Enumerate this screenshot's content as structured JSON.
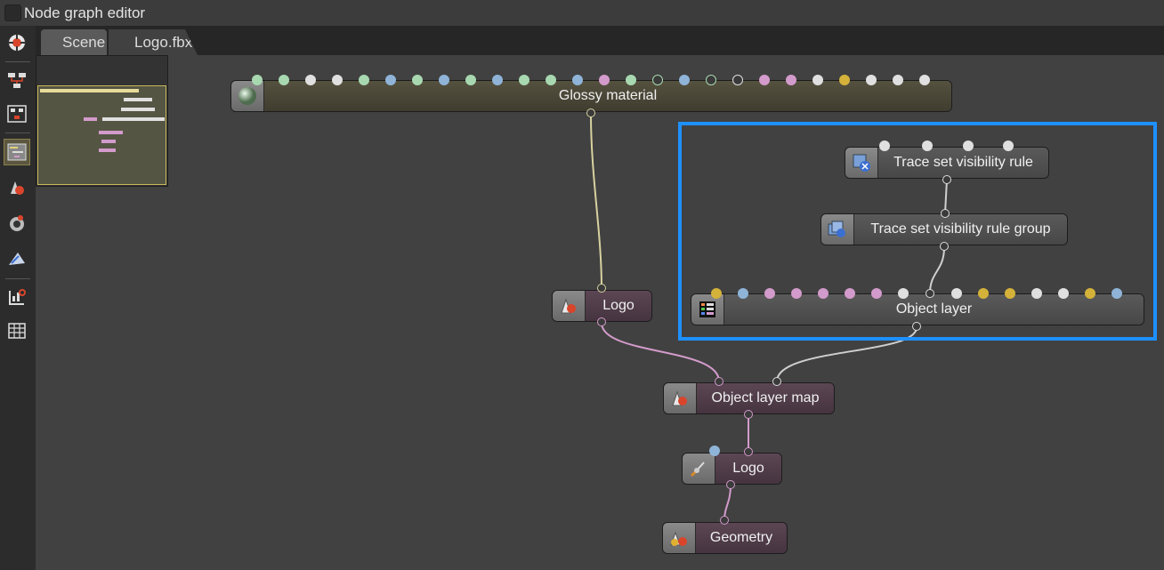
{
  "window": {
    "title": "Node graph editor"
  },
  "tabs": [
    {
      "label": "Scene"
    },
    {
      "label": "Logo.fbx"
    }
  ],
  "tab_close_symbol": "✕",
  "toolbar": [
    {
      "icon": "select-target-icon"
    },
    {
      "icon": "graph-layout-icon"
    },
    {
      "icon": "graph-expand-icon"
    },
    {
      "icon": "minimap-toggle-icon"
    },
    {
      "icon": "material-node-icon"
    },
    {
      "icon": "camera-node-icon"
    },
    {
      "icon": "render-target-icon"
    },
    {
      "icon": "node-inspector-icon"
    },
    {
      "icon": "grid-table-icon"
    }
  ],
  "nodes": {
    "glossy": {
      "label": "Glossy material",
      "color": "#4b4838"
    },
    "trace_rule": {
      "label": "Trace set visibility rule"
    },
    "trace_group": {
      "label": "Trace set visibility rule group"
    },
    "object_layer": {
      "label": "Object layer"
    },
    "logo_mesh": {
      "label": "Logo"
    },
    "object_layer_map": {
      "label": "Object layer map"
    },
    "logo_transform": {
      "label": "Logo"
    },
    "geometry": {
      "label": "Geometry"
    }
  },
  "colors": {
    "selection": "#1e90ff",
    "canvas": "#414141",
    "wire_material": "#d8d2a0",
    "wire_geometry": "#d39bcb",
    "wire_neutral": "#cfcfcf"
  }
}
